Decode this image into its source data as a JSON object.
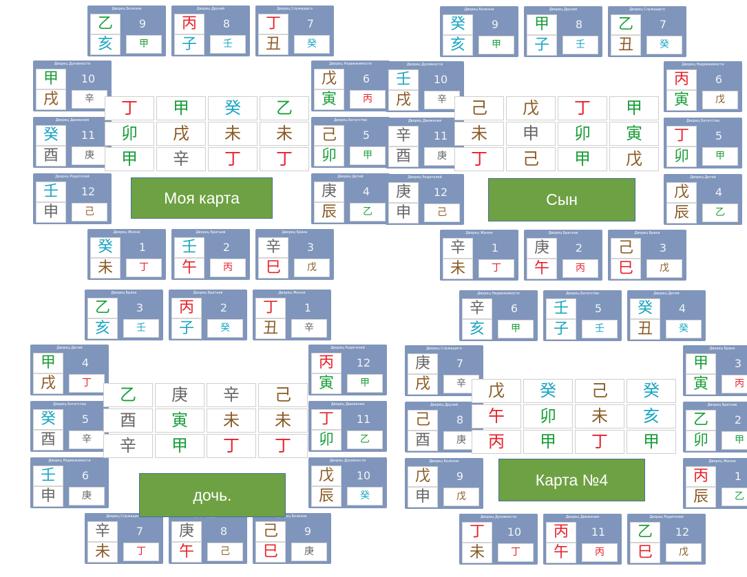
{
  "colors": {
    "fire": "#e8202a",
    "wood": "#1a9e39",
    "water": "#1aa6c2",
    "earth": "#8a5a24",
    "metal": "#666666",
    "palace_bg": "#7f95bb",
    "title_bg": "#6ea143"
  },
  "charts": [
    {
      "title": "Моя карта",
      "palaces": [
        {
          "name": "Дворец Болезни",
          "stem": "乙",
          "branch": "亥",
          "num": "9",
          "hidden": "甲"
        },
        {
          "name": "Дворец Друзей",
          "stem": "丙",
          "branch": "子",
          "num": "8",
          "hidden": "壬"
        },
        {
          "name": "Дворец Служащего",
          "stem": "丁",
          "branch": "丑",
          "num": "7",
          "hidden": "癸"
        },
        {
          "name": "Дворец Недвижимости",
          "stem": "戊",
          "branch": "寅",
          "num": "6",
          "hidden": "丙"
        },
        {
          "name": "Дворец Богатства",
          "stem": "己",
          "branch": "卯",
          "num": "5",
          "hidden": "甲"
        },
        {
          "name": "Дворец Детей",
          "stem": "庚",
          "branch": "辰",
          "num": "4",
          "hidden": "乙"
        },
        {
          "name": "Дворец Брака",
          "stem": "辛",
          "branch": "巳",
          "num": "3",
          "hidden": "戊"
        },
        {
          "name": "Дворец Братьев",
          "stem": "壬",
          "branch": "午",
          "num": "2",
          "hidden": "丙"
        },
        {
          "name": "Дворец Жизни",
          "stem": "癸",
          "branch": "未",
          "num": "1",
          "hidden": "丁"
        },
        {
          "name": "Дворец Родителей",
          "stem": "壬",
          "branch": "申",
          "num": "12",
          "hidden": "己"
        },
        {
          "name": "Дворец Движения",
          "stem": "癸",
          "branch": "酉",
          "num": "11",
          "hidden": "庚"
        },
        {
          "name": "Дворец Духовности",
          "stem": "甲",
          "branch": "戌",
          "num": "10",
          "hidden": "辛"
        }
      ],
      "grid": [
        [
          "丁",
          "甲",
          "癸",
          "乙"
        ],
        [
          "卯",
          "戌",
          "未",
          "未"
        ],
        [
          "甲",
          "辛",
          "丁",
          "丁"
        ]
      ]
    },
    {
      "title": "Сын",
      "palaces": [
        {
          "name": "Дворец Болезни",
          "stem": "癸",
          "branch": "亥",
          "num": "9",
          "hidden": "甲"
        },
        {
          "name": "Дворец Друзей",
          "stem": "甲",
          "branch": "子",
          "num": "8",
          "hidden": "壬"
        },
        {
          "name": "Дворец Служащего",
          "stem": "乙",
          "branch": "丑",
          "num": "7",
          "hidden": "癸"
        },
        {
          "name": "Дворец Недвижимости",
          "stem": "丙",
          "branch": "寅",
          "num": "6",
          "hidden": "戊"
        },
        {
          "name": "Дворец Богатства",
          "stem": "丁",
          "branch": "卯",
          "num": "5",
          "hidden": "甲"
        },
        {
          "name": "Дворец Детей",
          "stem": "戊",
          "branch": "辰",
          "num": "4",
          "hidden": "乙"
        },
        {
          "name": "Дворец Брака",
          "stem": "己",
          "branch": "巳",
          "num": "3",
          "hidden": "戊"
        },
        {
          "name": "Дворец Братьев",
          "stem": "庚",
          "branch": "午",
          "num": "2",
          "hidden": "丙"
        },
        {
          "name": "Дворец Жизни",
          "stem": "辛",
          "branch": "未",
          "num": "1",
          "hidden": "丁"
        },
        {
          "name": "Дворец Родителей",
          "stem": "庚",
          "branch": "申",
          "num": "12",
          "hidden": "己"
        },
        {
          "name": "Дворец Движения",
          "stem": "辛",
          "branch": "酉",
          "num": "11",
          "hidden": "庚"
        },
        {
          "name": "Дворец Духовности",
          "stem": "壬",
          "branch": "戌",
          "num": "10",
          "hidden": "辛"
        }
      ],
      "grid": [
        [
          "己",
          "戊",
          "丁",
          "甲"
        ],
        [
          "未",
          "申",
          "卯",
          "寅"
        ],
        [
          "丁",
          "己",
          "甲",
          "戊"
        ]
      ]
    },
    {
      "title": "дочь.",
      "palaces": [
        {
          "name": "Дворец Брака",
          "stem": "乙",
          "branch": "亥",
          "num": "3",
          "hidden": "壬"
        },
        {
          "name": "Дворец Братьев",
          "stem": "丙",
          "branch": "子",
          "num": "2",
          "hidden": "癸"
        },
        {
          "name": "Дворец Жизни",
          "stem": "丁",
          "branch": "丑",
          "num": "1",
          "hidden": "辛"
        },
        {
          "name": "Дворец Родителей",
          "stem": "丙",
          "branch": "寅",
          "num": "12",
          "hidden": "甲"
        },
        {
          "name": "Дворец Движения",
          "stem": "丁",
          "branch": "卯",
          "num": "11",
          "hidden": "乙"
        },
        {
          "name": "Дворец Духовности",
          "stem": "戊",
          "branch": "辰",
          "num": "10",
          "hidden": "癸"
        },
        {
          "name": "Дворец Болезни",
          "stem": "己",
          "branch": "巳",
          "num": "9",
          "hidden": "庚"
        },
        {
          "name": "Дворец Друзей",
          "stem": "庚",
          "branch": "午",
          "num": "8",
          "hidden": "己"
        },
        {
          "name": "Дворец Служащего",
          "stem": "辛",
          "branch": "未",
          "num": "7",
          "hidden": "丁"
        },
        {
          "name": "Дворец Недвижимости",
          "stem": "壬",
          "branch": "申",
          "num": "6",
          "hidden": "庚"
        },
        {
          "name": "Дворец Богатства",
          "stem": "癸",
          "branch": "酉",
          "num": "5",
          "hidden": "辛"
        },
        {
          "name": "Дворец Детей",
          "stem": "甲",
          "branch": "戌",
          "num": "4",
          "hidden": "丁"
        }
      ],
      "grid": [
        [
          "乙",
          "庚",
          "辛",
          "己"
        ],
        [
          "酉",
          "寅",
          "未",
          "未"
        ],
        [
          "辛",
          "甲",
          "丁",
          "丁"
        ]
      ]
    },
    {
      "title": "Карта №4",
      "palaces": [
        {
          "name": "Дворец Недвижимости",
          "stem": "辛",
          "branch": "亥",
          "num": "6",
          "hidden": "甲"
        },
        {
          "name": "Дворец Богатства",
          "stem": "壬",
          "branch": "子",
          "num": "5",
          "hidden": "壬"
        },
        {
          "name": "Дворец Детей",
          "stem": "癸",
          "branch": "丑",
          "num": "4",
          "hidden": "癸"
        },
        {
          "name": "Дворец Брака",
          "stem": "甲",
          "branch": "寅",
          "num": "3",
          "hidden": "丙"
        },
        {
          "name": "Дворец Братьев",
          "stem": "乙",
          "branch": "卯",
          "num": "2",
          "hidden": "甲"
        },
        {
          "name": "Дворец Жизни",
          "stem": "丙",
          "branch": "辰",
          "num": "1",
          "hidden": "乙"
        },
        {
          "name": "Дворец Родителей",
          "stem": "乙",
          "branch": "巳",
          "num": "12",
          "hidden": "戊"
        },
        {
          "name": "Дворец Движения",
          "stem": "丙",
          "branch": "午",
          "num": "11",
          "hidden": "丙"
        },
        {
          "name": "Дворец Духовности",
          "stem": "丁",
          "branch": "未",
          "num": "10",
          "hidden": "丁"
        },
        {
          "name": "Дворец Болезни",
          "stem": "戊",
          "branch": "申",
          "num": "9",
          "hidden": "戊"
        },
        {
          "name": "Дворец Друзей",
          "stem": "己",
          "branch": "酉",
          "num": "8",
          "hidden": "庚"
        },
        {
          "name": "Дворец Служащего",
          "stem": "庚",
          "branch": "戌",
          "num": "7",
          "hidden": "辛"
        }
      ],
      "grid": [
        [
          "戊",
          "癸",
          "己",
          "癸"
        ],
        [
          "午",
          "卯",
          "未",
          "亥"
        ],
        [
          "丙",
          "甲",
          "丁",
          "甲"
        ]
      ]
    }
  ]
}
